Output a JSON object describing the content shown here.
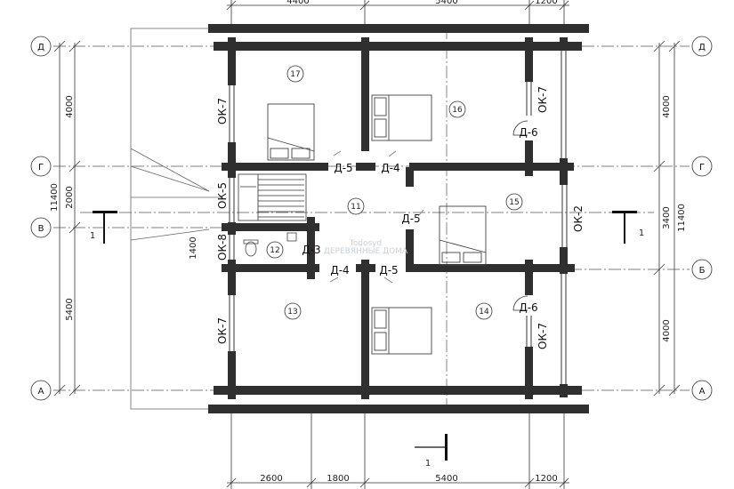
{
  "axes": {
    "top": "Д",
    "g": "Г",
    "v": "В",
    "b": "Б",
    "bottom": "А"
  },
  "dims": {
    "top_4400": "4400",
    "top_5400": "5400",
    "top_1200": "1200",
    "bot_2600": "2600",
    "bot_1800": "1800",
    "bot_5400": "5400",
    "bot_1200": "1200",
    "left_4000": "4000",
    "left_2000": "2000",
    "left_11400": "11400",
    "left_1400": "1400",
    "left_5400": "5400",
    "right_4000a": "4000",
    "right_3400": "3400",
    "right_11400": "11400",
    "right_4000b": "4000"
  },
  "rooms": [
    "11",
    "12",
    "13",
    "14",
    "15",
    "16",
    "17"
  ],
  "windows": {
    "ok7_tl": "ОК-7",
    "ok7_tr": "ОК-7",
    "ok5": "ОК-5",
    "ok8": "ОК-8",
    "ok7_bl": "ОК-7",
    "ok7_br": "ОК-7",
    "ok2": "ОК-2"
  },
  "doors": {
    "d6_top": "Д-6",
    "d5_a": "Д-5",
    "d4_a": "Д-4",
    "d5_mid": "Д-5",
    "d3": "Д-3",
    "d4_b": "Д-4",
    "d5_b": "Д-5",
    "d6_bot": "Д-6"
  },
  "section": {
    "left": "1",
    "right": "1",
    "bottom": "1"
  },
  "watermark": {
    "line1": "Todosyd",
    "line2": "ДЕРЕВЯННЫЕ ДОМА"
  }
}
